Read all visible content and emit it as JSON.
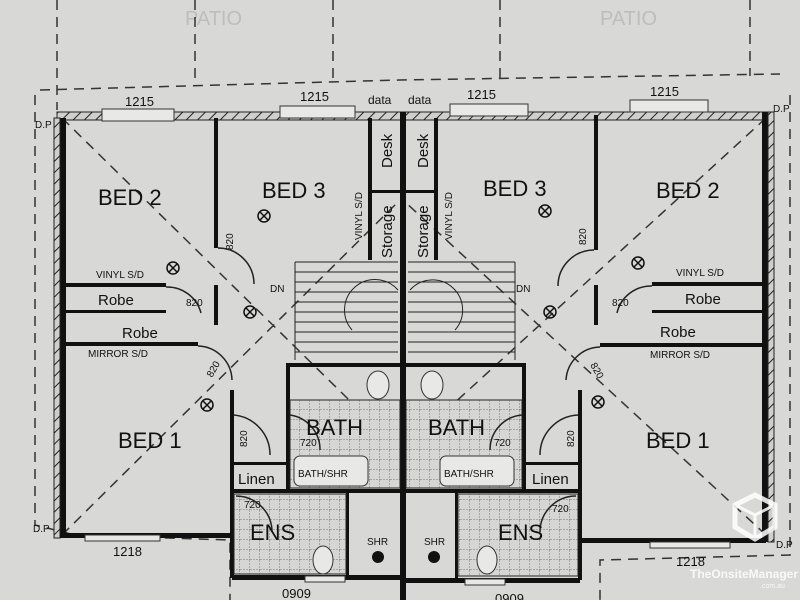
{
  "background_label": "PATIO",
  "dimensions": {
    "window_top": "1215",
    "window_bottom": "1218",
    "window_ens": "0909",
    "door_820": "820",
    "door_720": "720"
  },
  "data_points": {
    "left": "data",
    "right": "data"
  },
  "downpipe": "D.P",
  "rooms": {
    "bed1": "BED 1",
    "bed2": "BED 2",
    "bed3": "BED 3",
    "bath": "BATH",
    "ens": "ENS",
    "shr": "SHR",
    "bath_shr": "BATH/SHR",
    "linen": "Linen",
    "robe": "Robe",
    "desk": "Desk",
    "storage": "Storage",
    "dn": "DN"
  },
  "notes": {
    "vinyl_sd": "VINYL S/D",
    "mirror_sd": "MIRROR S/D"
  },
  "watermark": {
    "brand": "TheOnsiteManager",
    "domain": ".com.au"
  }
}
